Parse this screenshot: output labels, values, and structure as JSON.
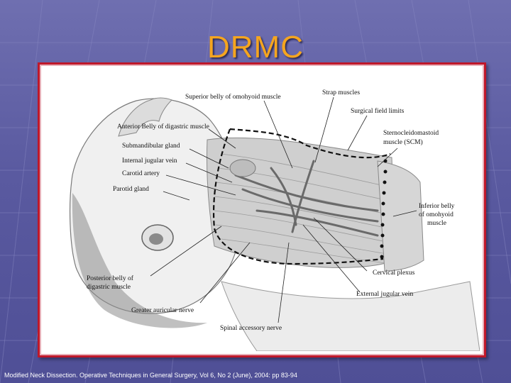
{
  "slide": {
    "title": "DRMC",
    "caption": "Modified Neck Dissection. Operative Techniques in General Surgery, Vol 6, No 2 (June), 2004: pp 83-94"
  },
  "figure": {
    "labels": {
      "superior_belly_omohyoid": "Superior belly of omohyoid muscle",
      "strap_muscles": "Strap muscles",
      "surgical_field_limits": "Surgical field limits",
      "anterior_belly_digastric": "Anterior Belly of digastric muscle",
      "submandibular_gland": "Submandibular gland",
      "internal_jugular_vein": "Internal jugular vein",
      "carotid_artery": "Carotid artery",
      "parotid_gland": "Parotid gland",
      "scm_line1": "Sternocleidomastoid",
      "scm_line2": "muscle (SCM)",
      "inferior_belly_line1": "Inferior belly",
      "inferior_belly_line2": "of omohyoid",
      "inferior_belly_line3": "muscle",
      "posterior_belly_line1": "Posterior belly of",
      "posterior_belly_line2": "digastric muscle",
      "greater_auricular_nerve": "Greater auricular nerve",
      "cervical_plexus": "Cervical plexus",
      "external_jugular_vein": "External jugular vein",
      "spinal_accessory_nerve": "Spinal accessory nerve"
    }
  }
}
